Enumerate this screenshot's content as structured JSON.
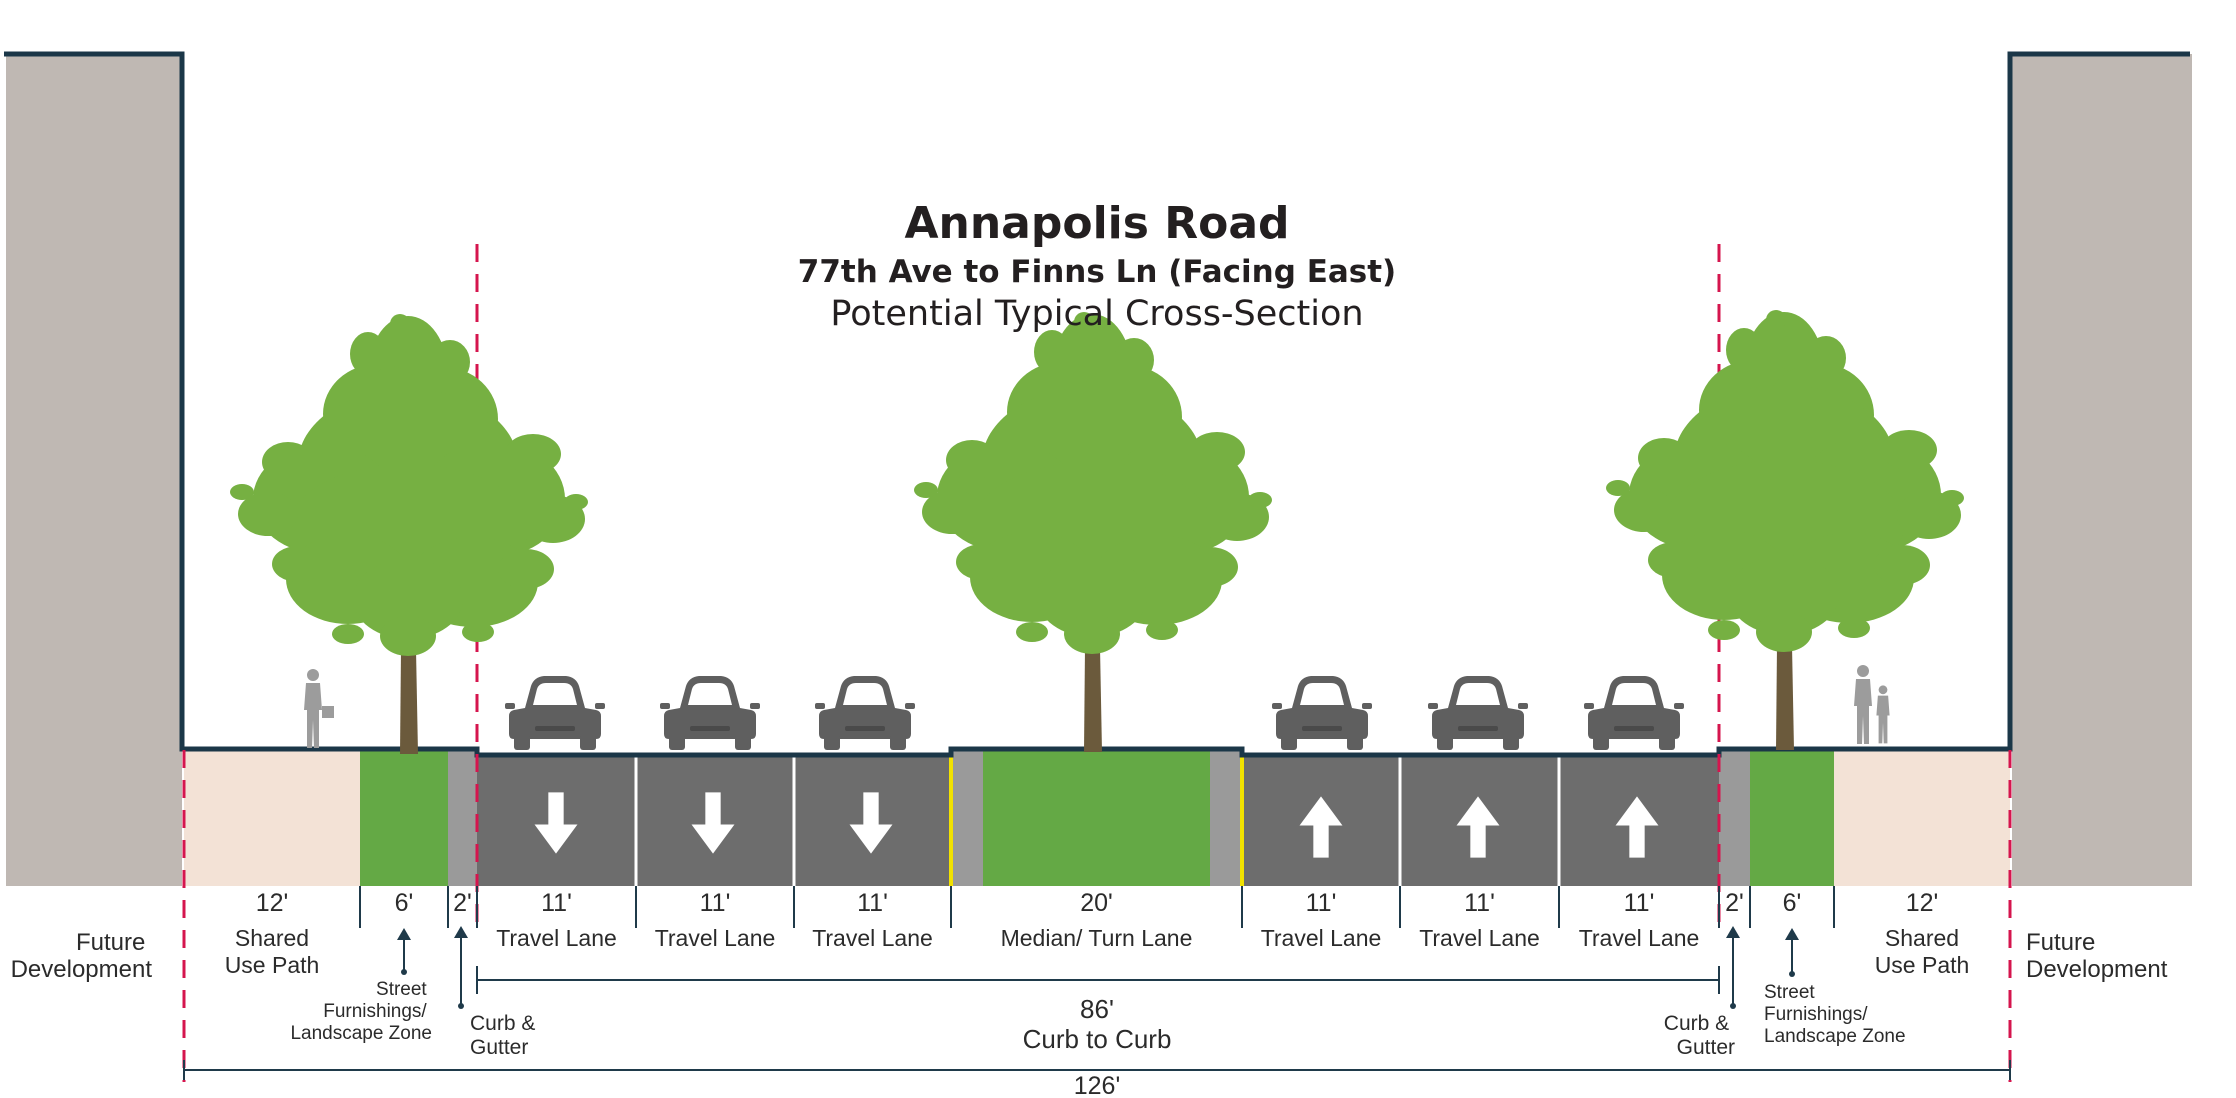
{
  "title": {
    "main": "Annapolis Road",
    "sub": "77th Ave to Finns Ln (Facing East)",
    "caption": "Potential Typical Cross-Section"
  },
  "side_labels": {
    "left": [
      "Future",
      "Development"
    ],
    "right": [
      "Future",
      "Development"
    ]
  },
  "zones": [
    {
      "width": "12'",
      "label": [
        "Shared",
        "Use Path"
      ]
    },
    {
      "width": "6'",
      "label": []
    },
    {
      "width": "2'",
      "label": []
    },
    {
      "width": "11'",
      "label": [
        "Travel Lane"
      ]
    },
    {
      "width": "11'",
      "label": [
        "Travel Lane"
      ]
    },
    {
      "width": "11'",
      "label": [
        "Travel Lane"
      ]
    },
    {
      "width": "20'",
      "label": [
        "Median/ Turn Lane"
      ]
    },
    {
      "width": "11'",
      "label": [
        "Travel Lane"
      ]
    },
    {
      "width": "11'",
      "label": [
        "Travel Lane"
      ]
    },
    {
      "width": "11'",
      "label": [
        "Travel Lane"
      ]
    },
    {
      "width": "2'",
      "label": []
    },
    {
      "width": "6'",
      "label": []
    },
    {
      "width": "12'",
      "label": [
        "Shared",
        "Use Path"
      ]
    }
  ],
  "callouts": {
    "left_furnishing": [
      "Street",
      "Furnishings/",
      "Landscape Zone"
    ],
    "left_curb": [
      "Curb &",
      "Gutter"
    ],
    "right_furnishing": [
      "Street",
      "Furnishings/",
      "Landscape Zone"
    ],
    "right_curb": [
      "Curb &",
      "Gutter"
    ]
  },
  "curb_to_curb": {
    "value": "86'",
    "label": "Curb to Curb"
  },
  "total_width": {
    "value": "126'"
  },
  "colors": {
    "building": "#bfb8b3",
    "sidewalk": "#f3e2d6",
    "landscape": "#64a945",
    "curb": "#9a9a9a",
    "road": "#6d6d6d",
    "lane_line": "#ffffff",
    "median_edge": "#f2e200",
    "ground_line": "#1b3748",
    "row_line": "#d5154e",
    "tree_canopy": "#76b042",
    "tree_trunk": "#6b5a3c",
    "car": "#5f5f5f",
    "pedestrian": "#9c9c9c"
  },
  "icons": {
    "car": "car-icon",
    "tree": "tree-icon",
    "pedestrian": "pedestrian-icon",
    "arrow_down": "arrow-down-icon",
    "arrow_up": "arrow-up-icon"
  }
}
